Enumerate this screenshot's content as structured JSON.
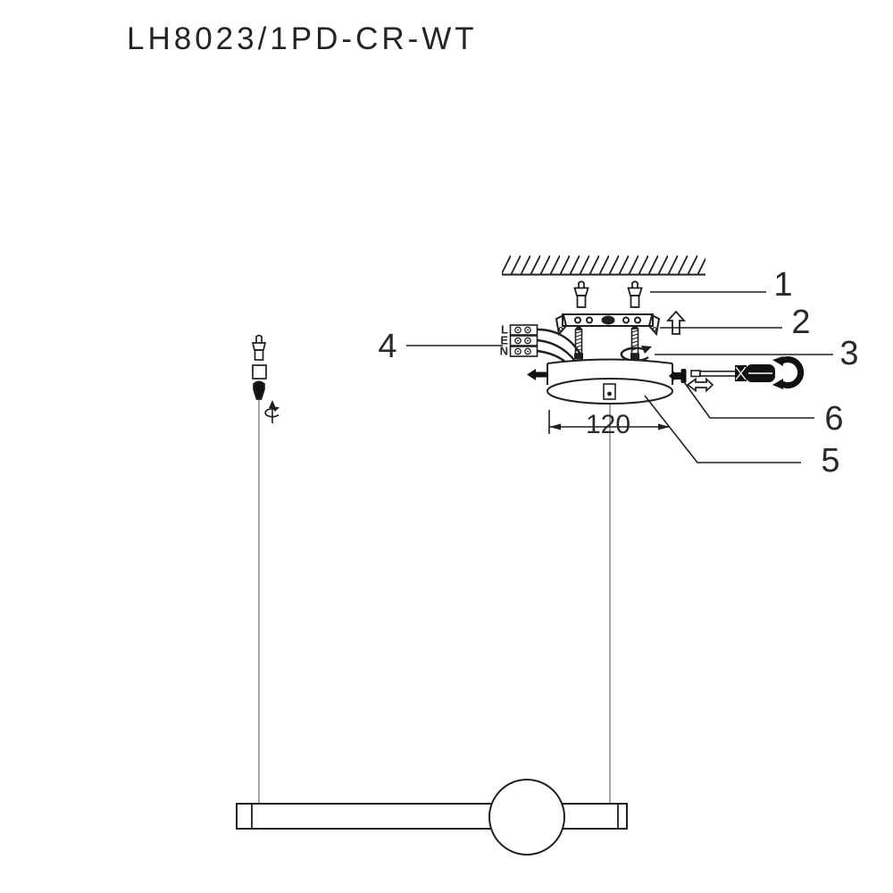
{
  "title": "LH8023/1PD-CR-WT",
  "colors": {
    "ink": "#1f1f1f",
    "cable": "#8f8f8f",
    "background": "#ffffff"
  },
  "callouts": {
    "anchors": "1",
    "bracket": "2",
    "screw": "3",
    "wiring": "4",
    "canopy": "5",
    "side_screw": "6"
  },
  "terminal_block": {
    "live": "L",
    "earth": "E",
    "neutral": "N"
  },
  "dimension": {
    "canopy_diameter_mm": "120"
  }
}
